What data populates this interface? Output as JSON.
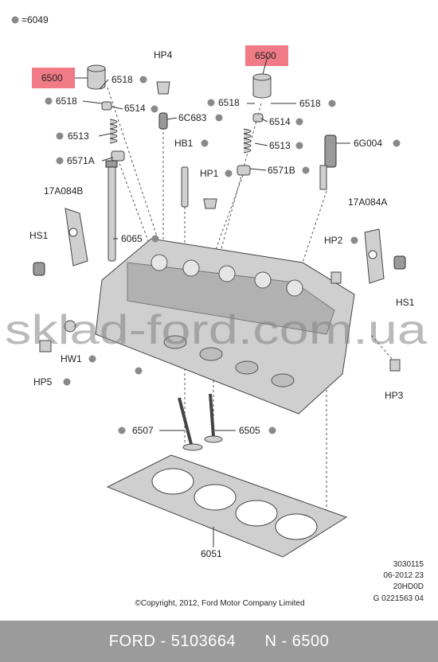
{
  "legend": {
    "text": "=6049"
  },
  "highlight_color": "#f07a86",
  "labels": {
    "l6500a": "6500",
    "l6518a": "6518",
    "l6518b": "6518",
    "l6514a": "6514",
    "l6513a": "6513",
    "l6571Aa": "6571A",
    "lHP4": "HP4",
    "l6C683": "6C683",
    "lHB1": "HB1",
    "lHP1": "HP1",
    "l6500b": "6500",
    "l6518c": "6518",
    "l6518d": "6518",
    "l6514b": "6514",
    "l6513b": "6513",
    "l6571B": "6571B",
    "l6G004": "6G004",
    "l17A084B": "17A084B",
    "l17A084A": "17A084A",
    "lHS1a": "HS1",
    "lHS1b": "HS1",
    "l6065": "6065",
    "lHP2": "HP2",
    "lHW1": "HW1",
    "lHP5": "HP5",
    "lHP3": "HP3",
    "l6507": "6507",
    "l6505": "6505",
    "l6051": "6051"
  },
  "watermark": "sklad-ford.com.ua",
  "meta_block": [
    "3030115",
    "06-2012 23",
    "20HD0D",
    "G 0221563 04"
  ],
  "copyright": "©Copyright, 2012, Ford Motor Company Limited",
  "footer": {
    "brand": "FORD",
    "part_number": "5103664",
    "n_label": "N",
    "n_value": "6500"
  }
}
